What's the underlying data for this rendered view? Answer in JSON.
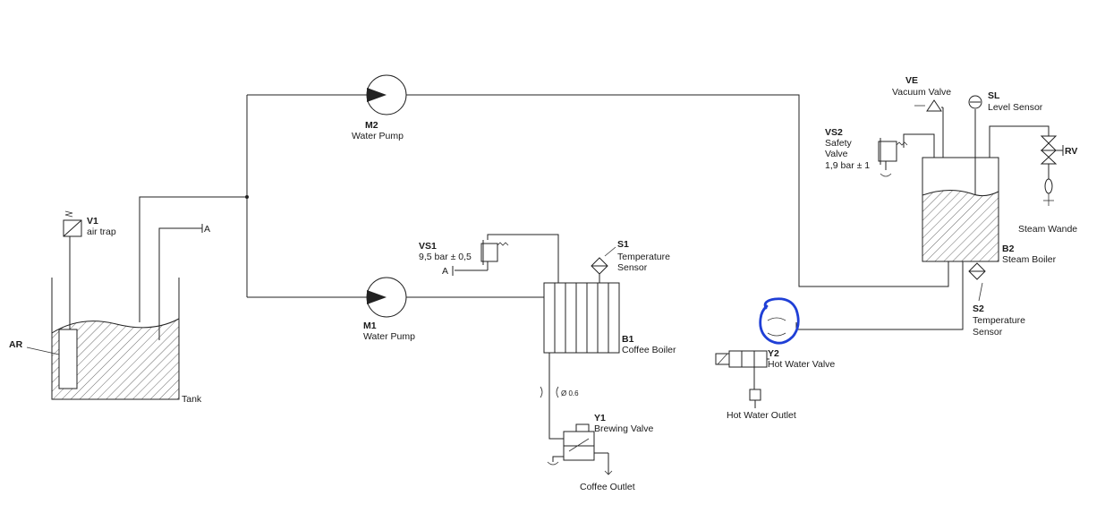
{
  "components": {
    "m2": {
      "id": "M2",
      "name": "Water Pump"
    },
    "m1": {
      "id": "M1",
      "name": "Water Pump"
    },
    "v1": {
      "id": "V1",
      "name": "air trap"
    },
    "tank": {
      "name": "Tank"
    },
    "ar": {
      "id": "AR"
    },
    "a_top": {
      "id": "A"
    },
    "a_vs1": {
      "id": "A"
    },
    "vs1": {
      "id": "VS1",
      "setting": "9,5 bar ± 0,5"
    },
    "s1": {
      "id": "S1",
      "name_line1": "Temperature",
      "name_line2": "Sensor"
    },
    "b1": {
      "id": "B1",
      "name": "Coffee Boiler"
    },
    "orifice": {
      "label": "Ø 0.6"
    },
    "y1": {
      "id": "Y1",
      "name": "Brewing Valve"
    },
    "coffee_outlet": {
      "name": "Coffee Outlet"
    },
    "ve": {
      "id": "VE",
      "name": "Vacuum Valve"
    },
    "sl": {
      "id": "SL",
      "name": "Level Sensor"
    },
    "vs2": {
      "id": "VS2",
      "name_line1": "Safety",
      "name_line2": "Valve",
      "setting": "1,9 bar ± 1"
    },
    "rv": {
      "id": "RV"
    },
    "steam_wand": {
      "name": "Steam Wande"
    },
    "b2": {
      "id": "B2",
      "name": "Steam Boiler"
    },
    "s2": {
      "id": "S2",
      "name_line1": "Temperature",
      "name_line2": "Sensor"
    },
    "y2": {
      "id": "Y2",
      "name": "Hot Water Valve"
    },
    "hot_water_outlet": {
      "name": "Hot Water Outlet"
    }
  },
  "annotation_color": "#1f3fd6"
}
